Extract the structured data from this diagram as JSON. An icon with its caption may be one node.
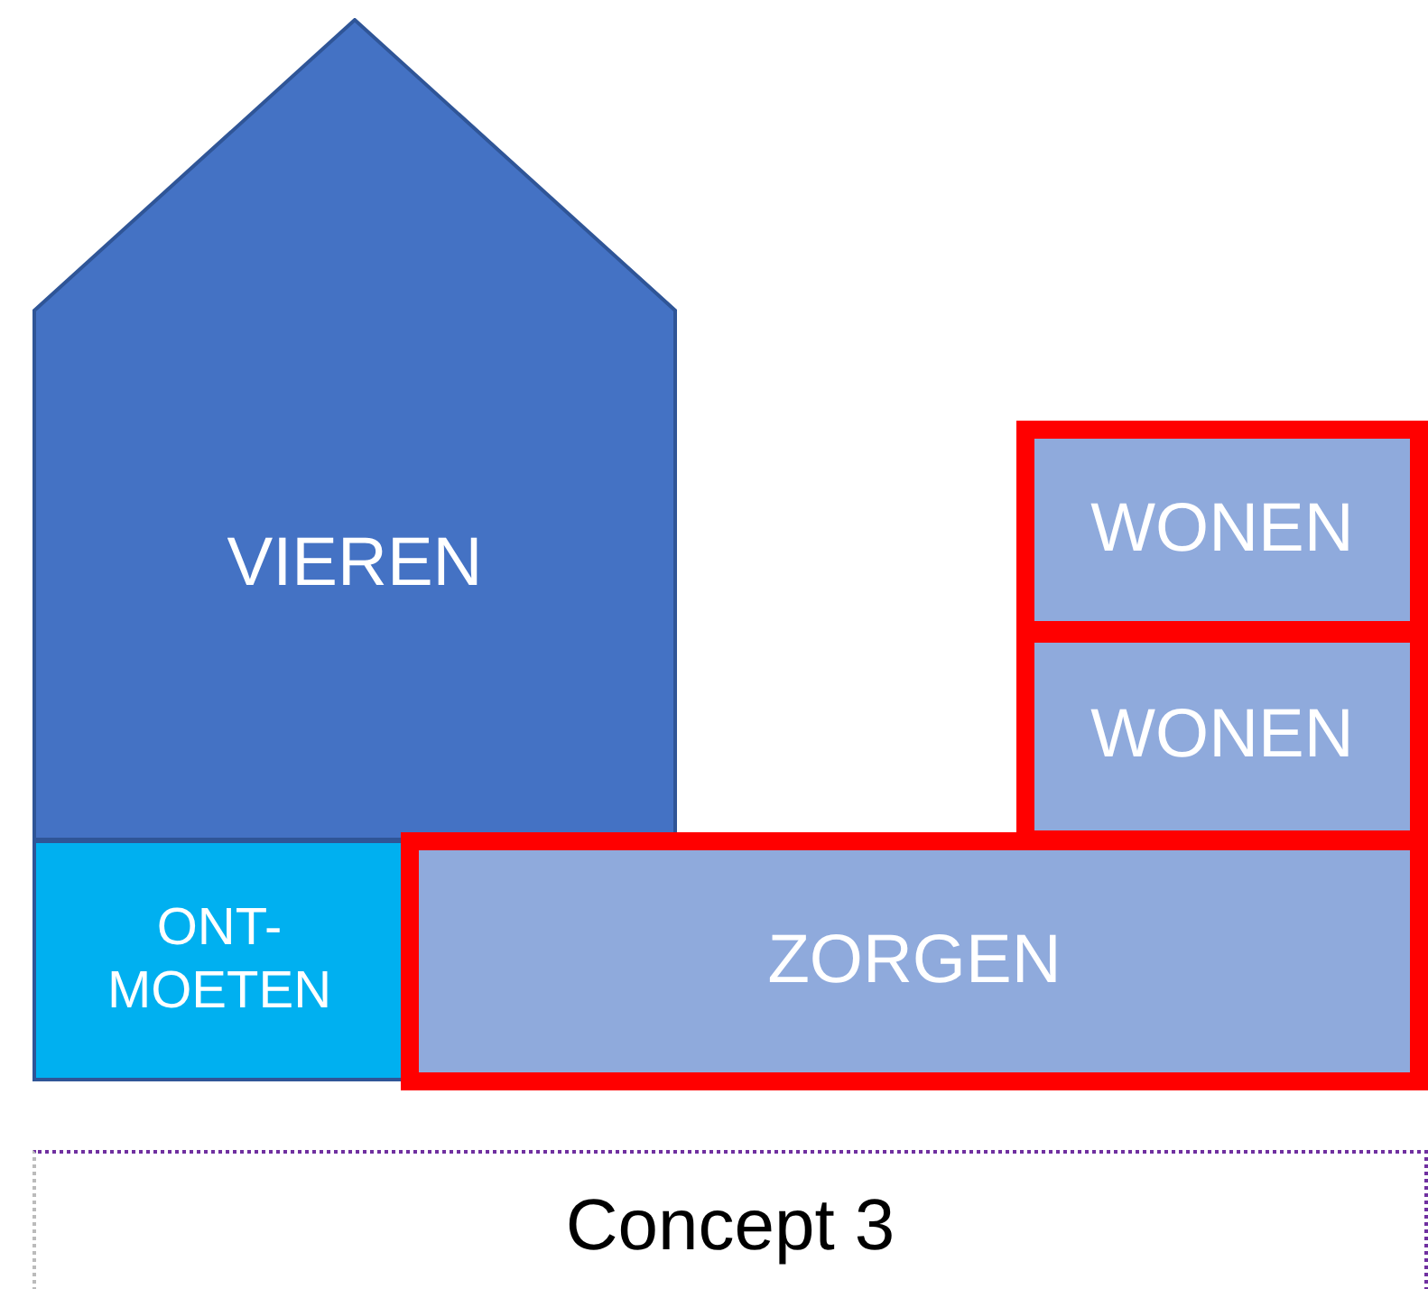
{
  "diagram": {
    "nodes": [
      {
        "text": [
          "VIEREN"
        ]
      },
      {
        "text": [
          "ONT- MOETEN"
        ]
      },
      {
        "text": [
          "ZORGEN"
        ]
      },
      {
        "text": [
          "WONEN"
        ]
      },
      {
        "text": [
          "WONEN"
        ]
      },
      {
        "text": [
          "Concept 3"
        ]
      }
    ],
    "edges": []
  }
}
